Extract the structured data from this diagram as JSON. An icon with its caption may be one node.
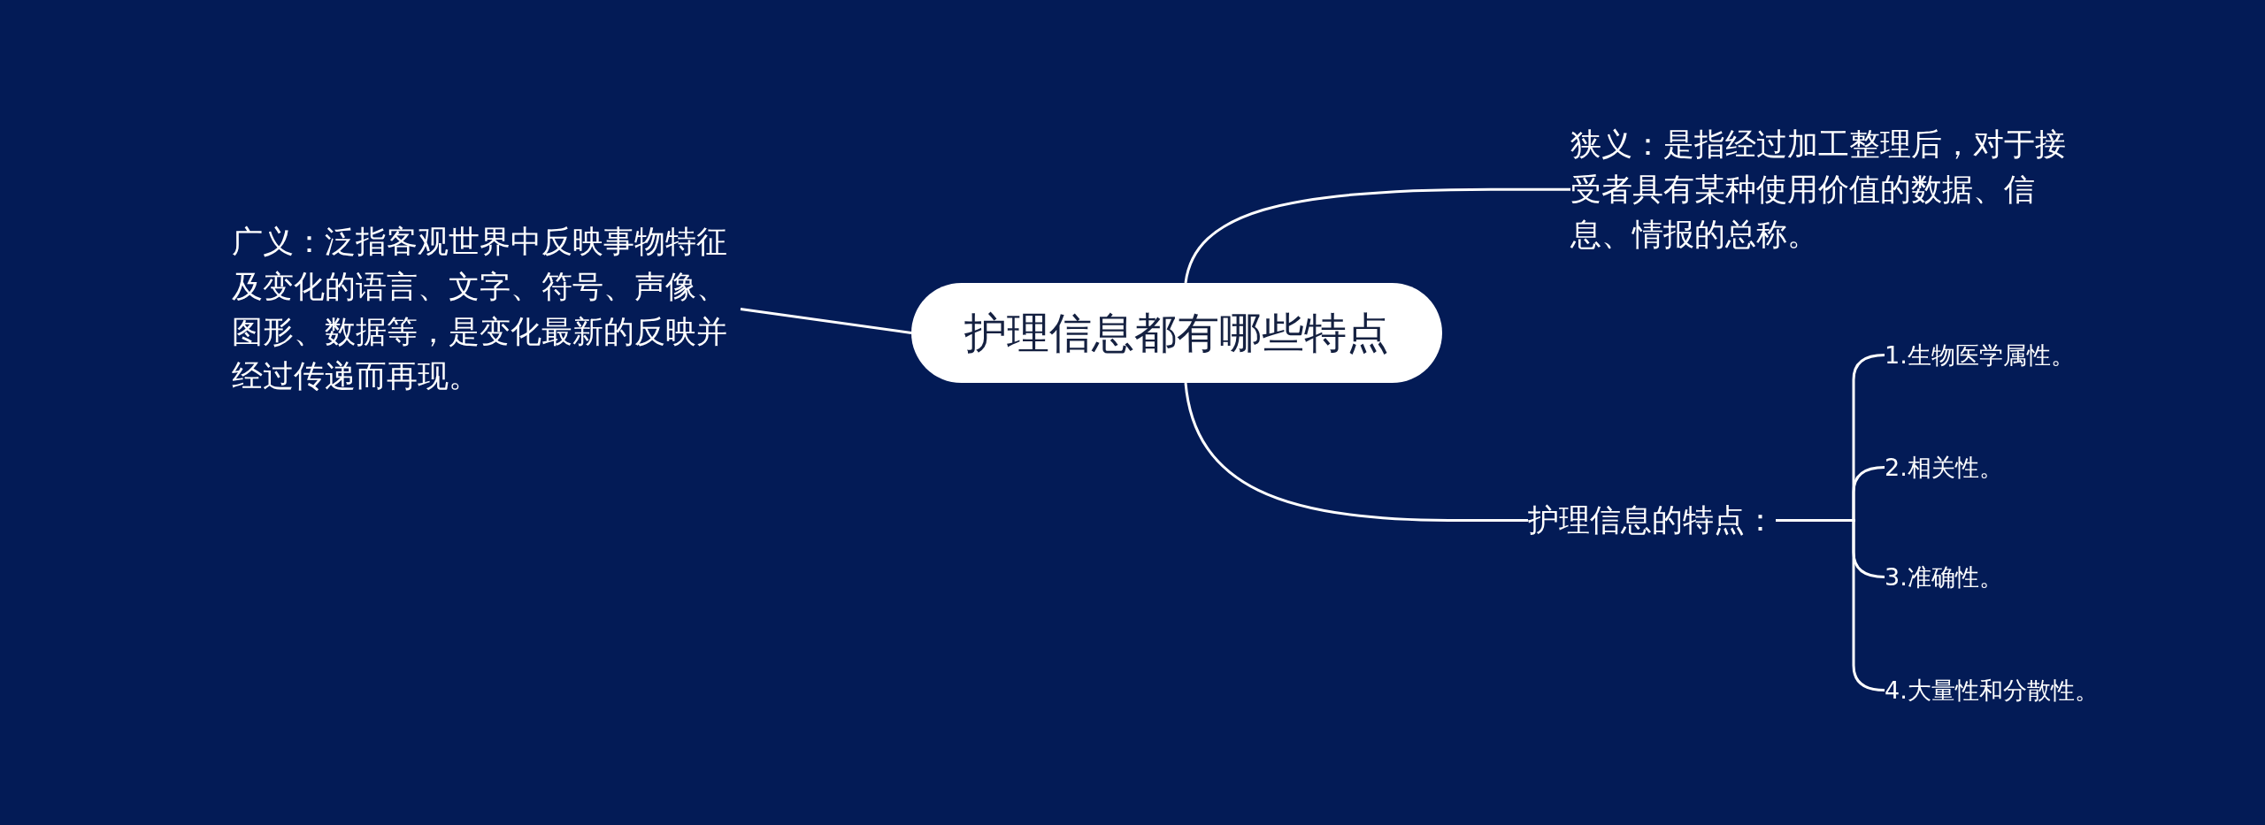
{
  "diagram": {
    "nodes": [
      {
        "text": [
          "护理信息都有哪些特点"
        ]
      },
      {
        "text": [
          "广义：泛指客观世界中反映事物特征及变化的语言、文字、符号、声像、图形、数据等，是变化最新的反映并经过传递而再现。"
        ]
      },
      {
        "text": [
          "狭义：是指经过加工整理后，对于接受者具有某种使用价值的数据、信息、情报的总称。"
        ]
      },
      {
        "text": [
          "护理信息的特点："
        ]
      },
      {
        "text": [
          "1.生物医学属性。"
        ]
      },
      {
        "text": [
          "2.相关性。"
        ]
      },
      {
        "text": [
          "3.准确性。"
        ]
      },
      {
        "text": [
          "4.大量性和分散性。"
        ]
      }
    ],
    "edges": [
      {
        "from": 0,
        "to": 1,
        "arrow": "none"
      },
      {
        "from": 0,
        "to": 2,
        "arrow": "none"
      },
      {
        "from": 0,
        "to": 3,
        "arrow": "none"
      },
      {
        "from": 3,
        "to": 4,
        "arrow": "none"
      },
      {
        "from": 3,
        "to": 5,
        "arrow": "none"
      },
      {
        "from": 3,
        "to": 6,
        "arrow": "none"
      },
      {
        "from": 3,
        "to": 7,
        "arrow": "none"
      }
    ]
  }
}
